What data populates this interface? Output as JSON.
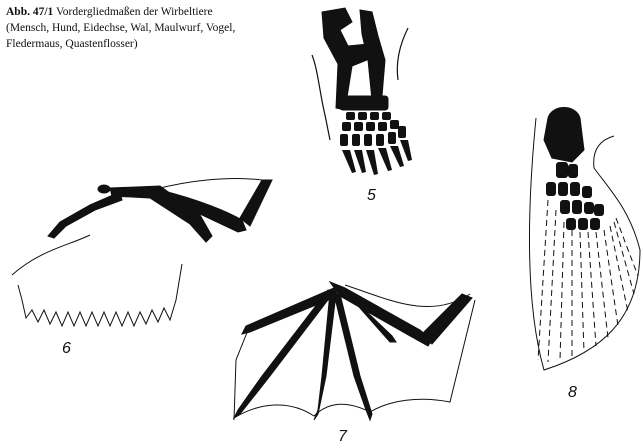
{
  "caption": {
    "figure_id": "Abb. 47/1",
    "title": "Vordergliedmaßen der Wirbeltiere",
    "subtitle": "(Mensch, Hund, Eidechse, Wal, Maulwurf, Vogel, Fledermaus, Quastenflosser)"
  },
  "figures": [
    {
      "number": "5",
      "depicts": "mole-forelimb"
    },
    {
      "number": "6",
      "depicts": "bird-wing"
    },
    {
      "number": "7",
      "depicts": "bat-wing"
    },
    {
      "number": "8",
      "depicts": "coelacanth-fin"
    }
  ],
  "colors": {
    "ink": "#111111",
    "paper": "#ffffff"
  }
}
